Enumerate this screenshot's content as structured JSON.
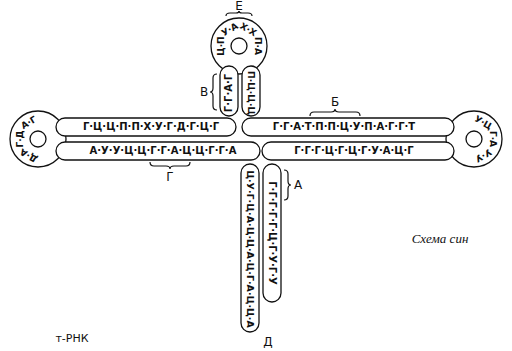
{
  "diagram": {
    "caption": "Схема син",
    "labels": [
      "Ц·П",
      "У·А",
      "Х·Х",
      "П·А",
      "Г·Г·А·Г",
      "П·Ц·Ц·Ц",
      "Г·Ц·Ц·П·П·Х·У·Г·Д·Г·Ц·Г",
      "А·Г",
      "Г·Д",
      "Д·А",
      "А·У·У·Ц·Ц·Г·Г·А·Ц·Ц·Г·Г·А",
      "Г·Г·А·Т·П·П·Ц·У·П·А·Г·Г·Т",
      "У·Ц",
      "Г·А",
      "У·У",
      "Г·Г·Г·Ц·Г·Ц·Г·У·А·Ц·Г",
      "Ц·У·Г·Ц·А·Ц·Ц·А·Ц·Г·А·Ц·Ц·А",
      "Г·Г·Г·Г·Г·Ц·Г·У·Г·У",
      "Е",
      "Б",
      "В",
      "Г",
      "А",
      "Д",
      "т-РНК"
    ]
  }
}
